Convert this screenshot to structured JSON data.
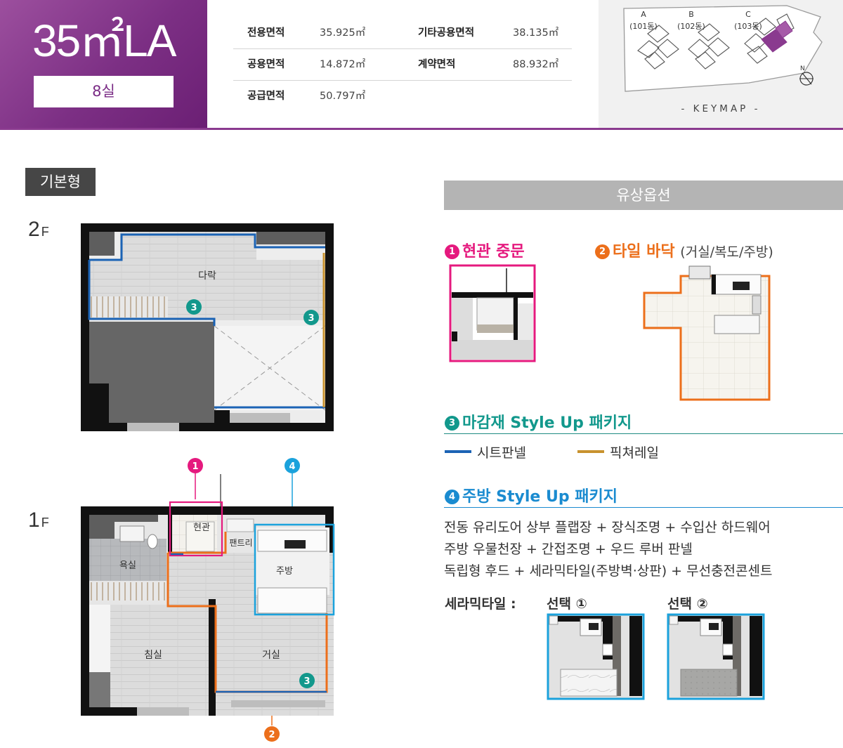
{
  "header": {
    "type_title": "35㎡LA",
    "unit_count": "8실",
    "areas": [
      {
        "label": "전용면적",
        "value": "35.925㎡"
      },
      {
        "label": "기타공용면적",
        "value": "38.135㎡"
      },
      {
        "label": "공용면적",
        "value": "14.872㎡"
      },
      {
        "label": "계약면적",
        "value": "88.932㎡"
      },
      {
        "label": "공급면적",
        "value": "50.797㎡"
      }
    ],
    "keymap": {
      "label": "- KEYMAP -",
      "buildings": [
        {
          "letter": "A",
          "name": "(101동)"
        },
        {
          "letter": "B",
          "name": "(102동)"
        },
        {
          "letter": "C",
          "name": "(103동)"
        }
      ],
      "compass": "N"
    }
  },
  "plans": {
    "basic_tag": "기본형",
    "floor2": {
      "label": "2",
      "suffix": "F",
      "rooms": {
        "loft": "다락"
      }
    },
    "floor1": {
      "label": "1",
      "suffix": "F",
      "rooms": {
        "entrance": "현관",
        "pantry": "팬트리",
        "bath": "욕실",
        "kitchen": "주방",
        "bedroom": "침실",
        "living": "거실"
      }
    },
    "markers": {
      "m1": "1",
      "m2": "2",
      "m3": "3",
      "m4": "4"
    }
  },
  "options": {
    "title": "유상옵션",
    "opt1": {
      "num": "1",
      "title": "현관 중문"
    },
    "opt2": {
      "num": "2",
      "title": "타일 바닥",
      "sub": "(거실/복도/주방)"
    },
    "opt3": {
      "num": "3",
      "title": "마감재 Style Up 패키지",
      "legend": [
        {
          "label": "시트판넬",
          "color": "#1b63b5"
        },
        {
          "label": "픽쳐레일",
          "color": "#c8922e"
        }
      ]
    },
    "opt4": {
      "num": "4",
      "title": "주방 Style Up 패키지",
      "lines": [
        "전동 유리도어 상부 플랩장 + 장식조명 + 수입산 하드웨어",
        "주방 우물천장 + 간접조명 + 우드 루버 판넬",
        "독립형 후드 + 세라믹타일(주방벽·상판) + 무선충전콘센트"
      ],
      "tile_label": "세라믹타일 :",
      "choices": [
        "선택 ①",
        "선택 ②"
      ]
    }
  },
  "colors": {
    "purple": "#7c2f84",
    "magenta": "#e5197e",
    "orange": "#ec6f1b",
    "teal": "#12988c",
    "blue": "#1b63b5",
    "cyan": "#1ba2dc",
    "gold": "#c8922e"
  }
}
